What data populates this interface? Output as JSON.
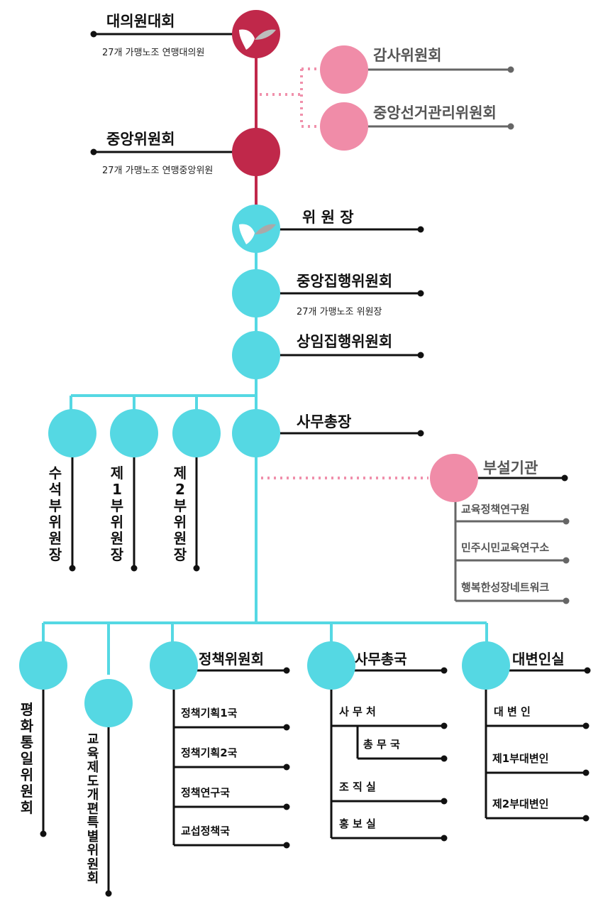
{
  "colors": {
    "crimson": "#c0284a",
    "cyan": "#55d8e3",
    "pink": "#f08ca8",
    "dotted": "#f090ab",
    "line_black": "#111111",
    "line_gray": "#666666"
  },
  "top": {
    "congress": {
      "title": "대의원대회",
      "sub": "27개 가맹노조 연맹대의원"
    },
    "central_committee": {
      "title": "중앙위원회",
      "sub": "27개 가맹노조 연맹중앙위원"
    },
    "audit": "감사위원회",
    "election": "중앙선거관리위원회"
  },
  "chair": "위 원 장",
  "central_exec": {
    "title": "중앙집행위원회",
    "sub": "27개 가맹노조 위원장"
  },
  "standing_exec": "상임집행위원회",
  "secretary_general": "사무총장",
  "vice_chairs": [
    "수석부위원장",
    "제1부위원장",
    "제2부위원장"
  ],
  "affiliated": {
    "title": "부설기관",
    "items": [
      "교육정책연구원",
      "민주시민교육연구소",
      "행복한성장네트워크"
    ]
  },
  "bottom": {
    "peace": "평화통일위원회",
    "edu_reform": "교육제도개편특별위원회",
    "policy": {
      "title": "정책위원회",
      "items": [
        "정책기획1국",
        "정책기획2국",
        "정책연구국",
        "교섭정책국"
      ]
    },
    "general_affairs": {
      "title": "사무총국",
      "items": [
        "사 무 처",
        "총 무 국",
        "조 직 실",
        "홍 보 실"
      ]
    },
    "spokesperson": {
      "title": "대변인실",
      "items": [
        "대 변 인",
        "제1부대변인",
        "제2부대변인"
      ]
    }
  }
}
